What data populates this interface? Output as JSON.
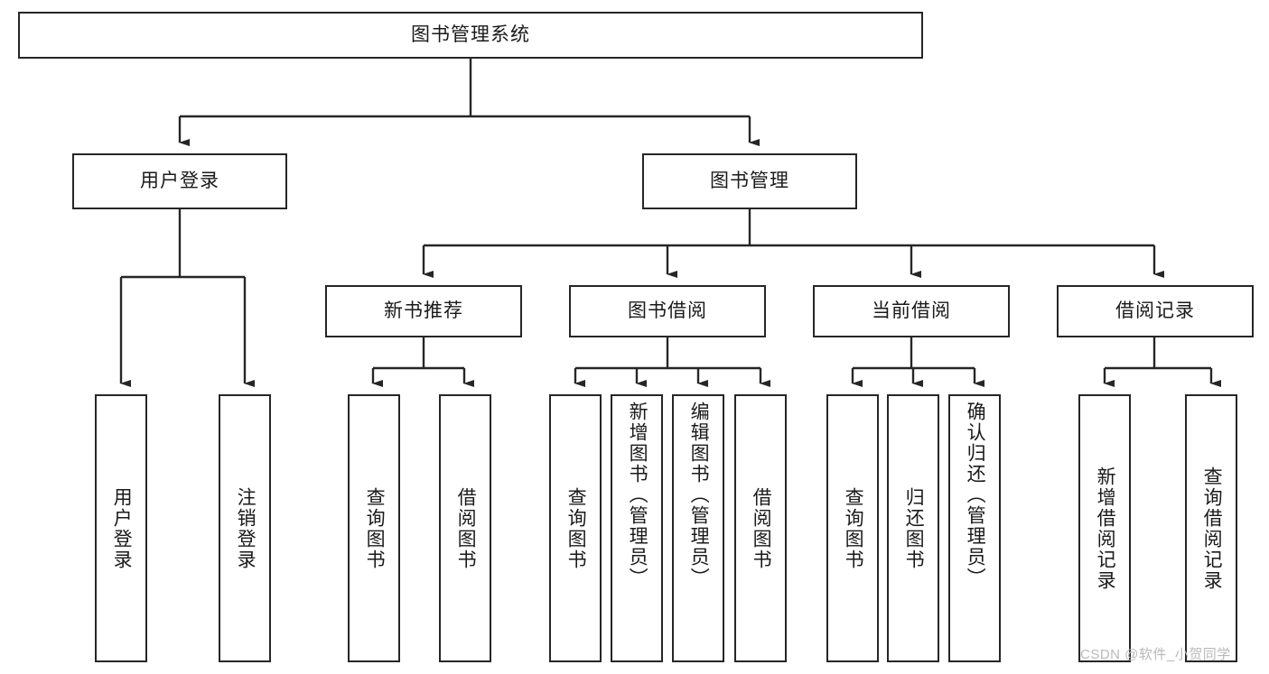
{
  "diagram": {
    "title": "图书管理系统",
    "type": "tree-hierarchy",
    "root": {
      "label": "图书管理系统"
    },
    "level1": [
      {
        "label": "用户登录"
      },
      {
        "label": "图书管理"
      }
    ],
    "level2": [
      {
        "label": "新书推荐"
      },
      {
        "label": "图书借阅"
      },
      {
        "label": "当前借阅"
      },
      {
        "label": "借阅记录"
      }
    ],
    "leaves": {
      "user_login": [
        {
          "label": "用户登录"
        },
        {
          "label": "注销登录"
        }
      ],
      "new_book_recommend": [
        {
          "label": "查询图书"
        },
        {
          "label": "借阅图书"
        }
      ],
      "book_borrow": [
        {
          "label": "查询图书"
        },
        {
          "label": "新增图书（管理员）"
        },
        {
          "label": "编辑图书（管理员）"
        },
        {
          "label": "借阅图书"
        }
      ],
      "current_borrow": [
        {
          "label": "查询图书"
        },
        {
          "label": "归还图书"
        },
        {
          "label": "确认归还（管理员）"
        }
      ],
      "borrow_record": [
        {
          "label": "新增借阅记录"
        },
        {
          "label": "查询借阅记录"
        }
      ]
    }
  },
  "watermark": {
    "text": "CSDN @软件_小贺同学"
  },
  "colors": {
    "box_border": "#262626",
    "box_fill": "#ffffff",
    "text": "#1a1a1a",
    "watermark": "#b9b9b9",
    "background": "#ffffff"
  }
}
